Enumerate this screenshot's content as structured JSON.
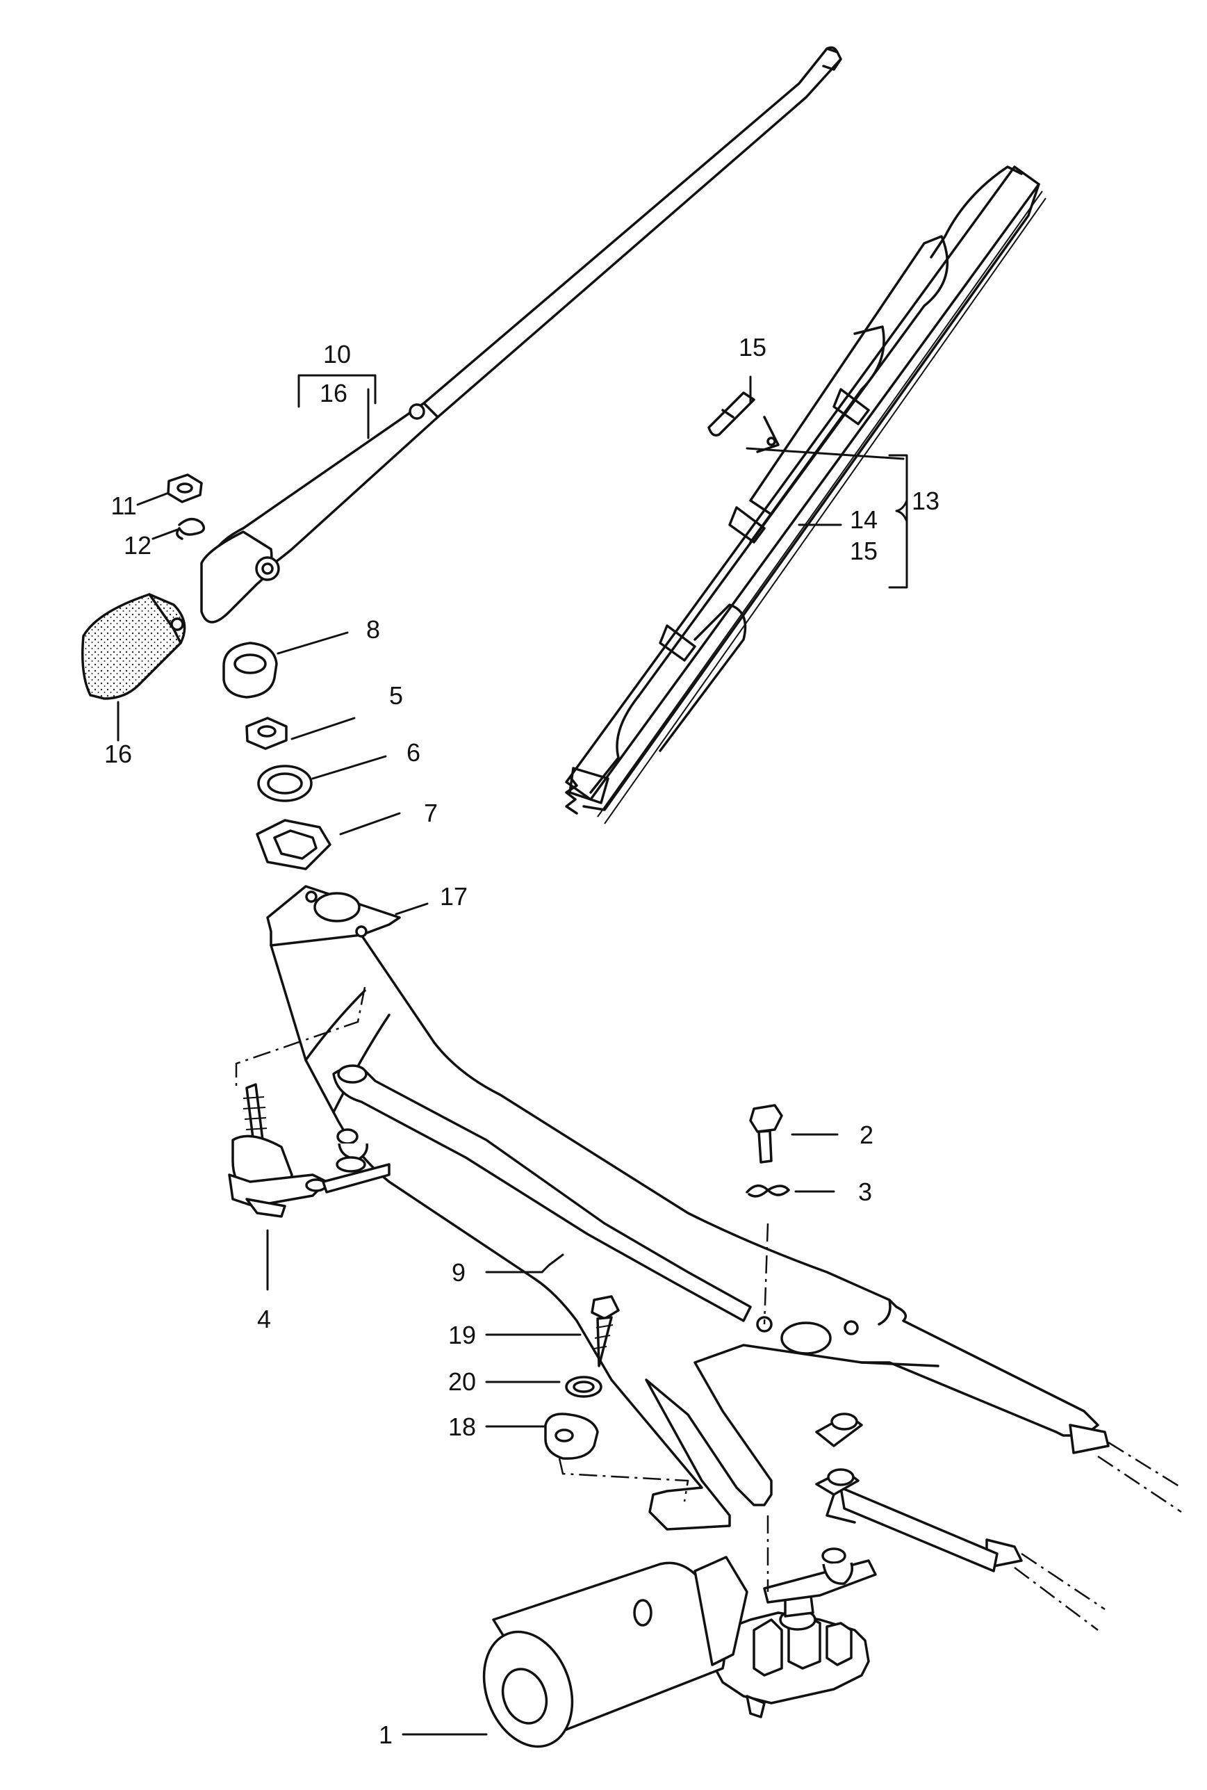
{
  "callouts": [
    {
      "id": "c1",
      "label": "1"
    },
    {
      "id": "c2",
      "label": "2"
    },
    {
      "id": "c3",
      "label": "3"
    },
    {
      "id": "c4",
      "label": "4"
    },
    {
      "id": "c5",
      "label": "5"
    },
    {
      "id": "c6",
      "label": "6"
    },
    {
      "id": "c7",
      "label": "7"
    },
    {
      "id": "c8",
      "label": "8"
    },
    {
      "id": "c9",
      "label": "9"
    },
    {
      "id": "c10",
      "label": "10"
    },
    {
      "id": "c10b",
      "label": "16"
    },
    {
      "id": "c11",
      "label": "11"
    },
    {
      "id": "c12",
      "label": "12"
    },
    {
      "id": "c13",
      "label": "13"
    },
    {
      "id": "c14",
      "label": "14"
    },
    {
      "id": "c15a",
      "label": "15"
    },
    {
      "id": "c15b",
      "label": "15"
    },
    {
      "id": "c16",
      "label": "16"
    },
    {
      "id": "c17",
      "label": "17"
    },
    {
      "id": "c18",
      "label": "18"
    },
    {
      "id": "c19",
      "label": "19"
    },
    {
      "id": "c20",
      "label": "20"
    }
  ]
}
